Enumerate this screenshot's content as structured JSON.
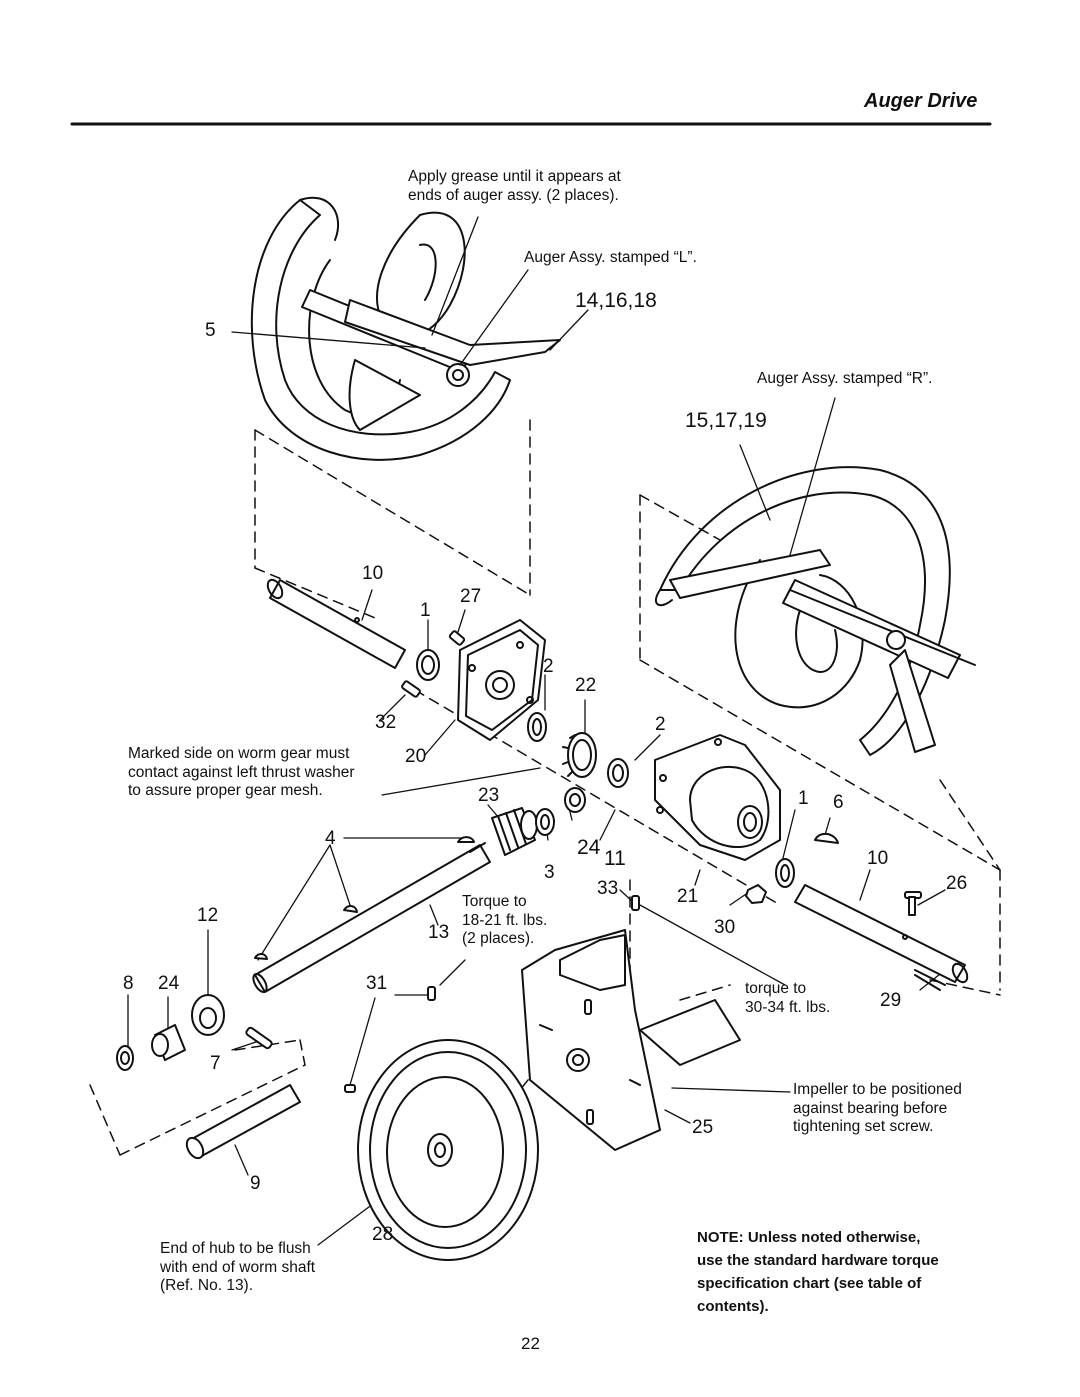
{
  "header": {
    "section_title": "Auger Drive"
  },
  "callouts": {
    "apply_grease": [
      "Apply grease until it appears at",
      "ends of auger assy. (2 places)."
    ],
    "auger_l": "Auger Assy. stamped “L”.",
    "auger_r": "Auger Assy. stamped “R”.",
    "worm_gear": [
      "Marked side on worm gear must",
      "contact against left thrust washer",
      "to assure proper gear mesh."
    ],
    "torque_18": [
      "Torque to",
      "18-21 ft. lbs.",
      "(2 places)."
    ],
    "torque_30": [
      "torque to",
      "30-34 ft. lbs."
    ],
    "impeller": [
      "Impeller to be positioned",
      "against bearing before",
      "tightening set screw."
    ],
    "hub": [
      "End of hub to be flush",
      "with end of worm shaft",
      "(Ref. No. 13)."
    ]
  },
  "part_numbers": {
    "p5": "5",
    "p14_16_18": "14,16,18",
    "p15_17_19": "15,17,19",
    "p10a": "10",
    "p1a": "1",
    "p27": "27",
    "p2a": "2",
    "p22": "22",
    "p32": "32",
    "p20": "20",
    "p2b": "2",
    "p23": "23",
    "p1b": "1",
    "p6": "6",
    "p4": "4",
    "p24a": "24",
    "p11": "11",
    "p3": "3",
    "p10b": "10",
    "p26": "26",
    "p12": "12",
    "p33": "33",
    "p21": "21",
    "p13": "13",
    "p30": "30",
    "p8": "8",
    "p24b": "24",
    "p31": "31",
    "p29": "29",
    "p7": "7",
    "p25": "25",
    "p9": "9",
    "p28": "28"
  },
  "note": [
    "NOTE: Unless noted otherwise,",
    "use the standard hardware torque",
    "specification chart (see table of",
    "contents)."
  ],
  "footer": {
    "page_number": "22"
  }
}
